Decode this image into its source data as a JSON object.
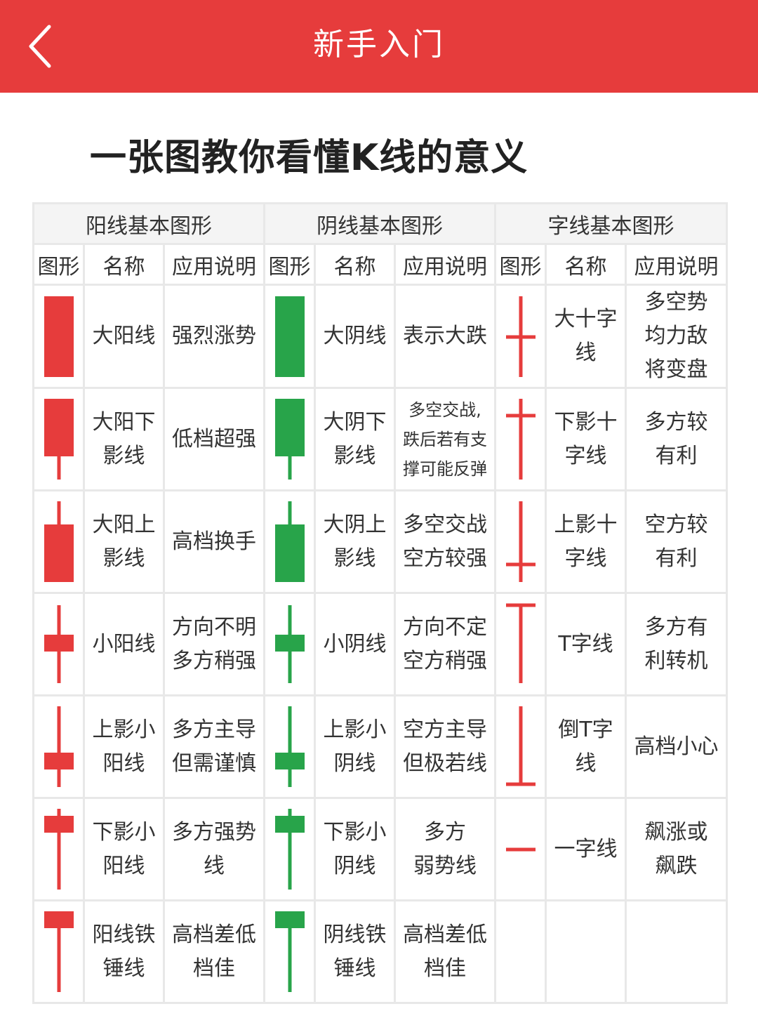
{
  "header": {
    "title": "新手入门",
    "back_icon": "chevron-left-icon",
    "color": "#e63c3c"
  },
  "page_title": "一张图教你看懂K线的意义",
  "colors": {
    "yang": "#e63c3c",
    "yin": "#28a44a",
    "grid": "#e8e8e8"
  },
  "table": {
    "groups": [
      "阳线基本图形",
      "阴线基本图形",
      "字线基本图形"
    ],
    "columns": [
      "图形",
      "名称",
      "应用说明"
    ],
    "rows": [
      {
        "yang": {
          "shape": "big-yang-candle",
          "name": "大阳线",
          "desc": "强烈涨势"
        },
        "yin": {
          "shape": "big-yin-candle",
          "name": "大阴线",
          "desc": "表示大跌"
        },
        "cross": {
          "shape": "big-cross",
          "name": "大十字\n线",
          "desc": "多空势\n均力敌\n将变盘"
        }
      },
      {
        "yang": {
          "shape": "yang-lower-shadow-candle",
          "name": "大阳下\n影线",
          "desc": "低档超强"
        },
        "yin": {
          "shape": "yin-lower-shadow-candle",
          "name": "大阴下\n影线",
          "desc": "多空交战,\n跌后若有支\n撑可能反弹"
        },
        "cross": {
          "shape": "lower-shadow-cross",
          "name": "下影十\n字线",
          "desc": "多方较\n有利"
        }
      },
      {
        "yang": {
          "shape": "yang-upper-shadow-candle",
          "name": "大阳上\n影线",
          "desc": "高档换手"
        },
        "yin": {
          "shape": "yin-upper-shadow-candle",
          "name": "大阴上\n影线",
          "desc": "多空交战\n空方较强"
        },
        "cross": {
          "shape": "upper-shadow-cross",
          "name": "上影十\n字线",
          "desc": "空方较\n有利"
        }
      },
      {
        "yang": {
          "shape": "small-yang-candle",
          "name": "小阳线",
          "desc": "方向不明\n多方稍强"
        },
        "yin": {
          "shape": "small-yin-candle",
          "name": "小阴线",
          "desc": "方向不定\n空方稍强"
        },
        "cross": {
          "shape": "t-line",
          "name": "T字线",
          "desc": "多方有\n利转机"
        }
      },
      {
        "yang": {
          "shape": "small-yang-long-upper-shadow",
          "name": "上影小\n阳线",
          "desc": "多方主导\n但需谨慎"
        },
        "yin": {
          "shape": "small-yin-long-upper-shadow",
          "name": "上影小\n阴线",
          "desc": "空方主导\n但极若线"
        },
        "cross": {
          "shape": "inverted-t-line",
          "name": "倒T字\n线",
          "desc": "高档小心"
        }
      },
      {
        "yang": {
          "shape": "small-yang-long-lower-shadow",
          "name": "下影小\n阳线",
          "desc": "多方强势\n线"
        },
        "yin": {
          "shape": "small-yin-long-lower-shadow",
          "name": "下影小\n阴线",
          "desc": "多方\n弱势线"
        },
        "cross": {
          "shape": "one-line",
          "name": "一字线",
          "desc": "飙涨或\n飙跌"
        }
      },
      {
        "yang": {
          "shape": "yang-hammer",
          "name": "阳线铁\n锤线",
          "desc": "高档差低\n档佳"
        },
        "yin": {
          "shape": "yin-hammer",
          "name": "阴线铁\n锤线",
          "desc": "高档差低\n档佳"
        },
        "cross": {
          "shape": "",
          "name": "",
          "desc": ""
        }
      }
    ]
  }
}
